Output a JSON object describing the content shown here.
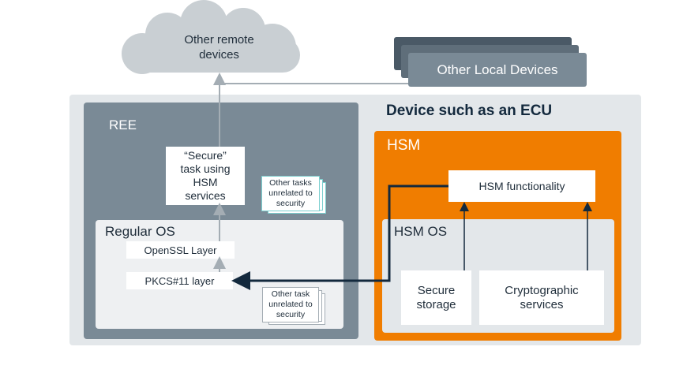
{
  "cloud": {
    "label_line1": "Other remote",
    "label_line2": "devices"
  },
  "local_devices": {
    "label": "Other Local Devices"
  },
  "device": {
    "title": "Device such as an ECU"
  },
  "ree": {
    "title": "REE",
    "secure_task": {
      "line1": "“Secure”",
      "line2": "task using",
      "line3": "HSM",
      "line4": "services"
    },
    "other_tasks_top": {
      "line1": "Other tasks",
      "line2": "unrelated to",
      "line3": "security"
    },
    "regular_os": {
      "title": "Regular OS",
      "openssl": "OpenSSL Layer",
      "pkcs": "PKCS#11 layer",
      "other_task": {
        "line1": "Other task",
        "line2": "unrelated to",
        "line3": "security"
      }
    }
  },
  "hsm": {
    "title": "HSM",
    "functionality": "HSM functionality",
    "os": {
      "title": "HSM OS",
      "secure_storage": {
        "line1": "Secure",
        "line2": "storage"
      },
      "crypto": {
        "line1": "Cryptographic",
        "line2": "services"
      }
    }
  },
  "colors": {
    "ree_bg": "#7a8a96",
    "hsm_orange": "#f07d00",
    "device_bg": "#e3e7ea",
    "teal": "#7ccfcf",
    "dark_arrow": "#13293d"
  }
}
